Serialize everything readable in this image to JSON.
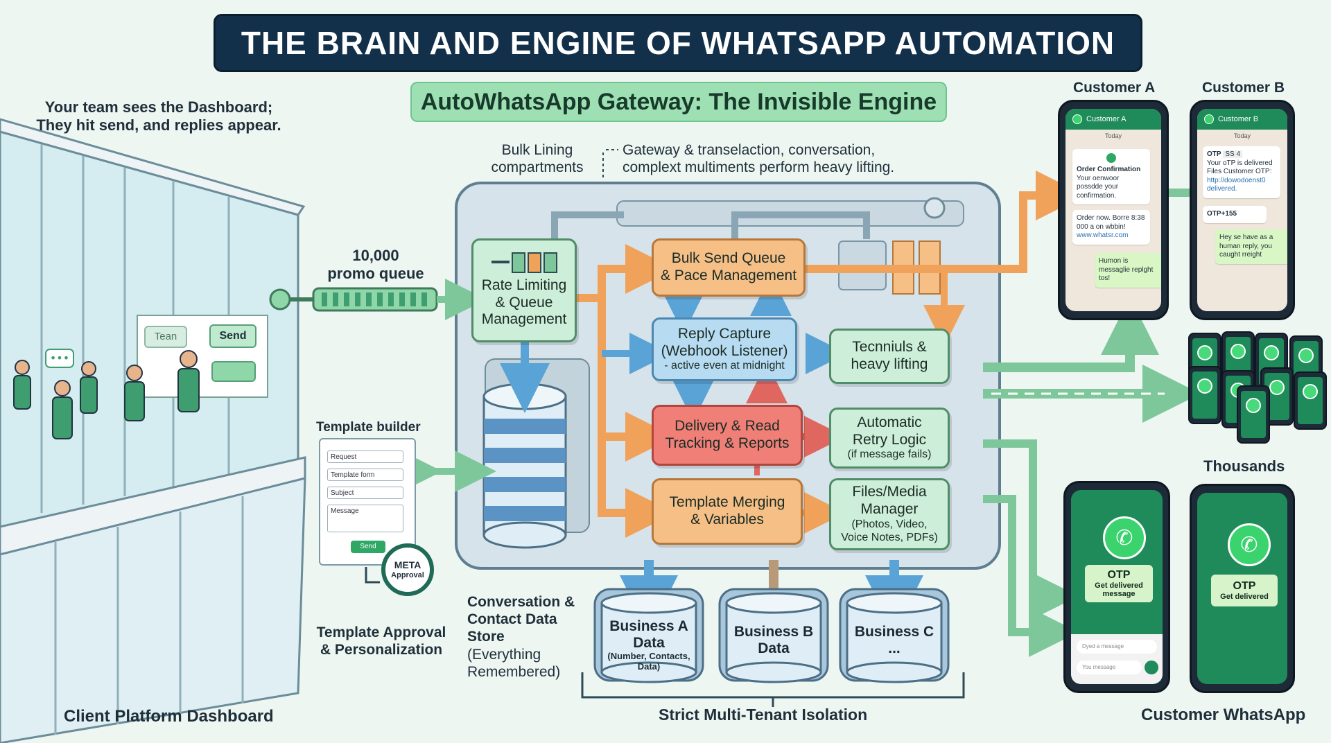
{
  "header": {
    "title": "THE BRAIN AND ENGINE OF WHATSAPP AUTOMATION",
    "subtitle": "AutoWhatsApp Gateway: The Invisible Engine"
  },
  "dashboard": {
    "caption_line1": "Your team sees the Dashboard;",
    "caption_line2": "They hit send, and replies appear.",
    "team_label": "Tean",
    "send_label": "Send",
    "footer_label": "Client Platform Dashboard"
  },
  "queue": {
    "line1": "10,000",
    "line2": "promo queue"
  },
  "annotations": {
    "bulk_lining_line1": "Bulk Lining",
    "bulk_lining_line2": "compartments",
    "gateway_line1": "Gateway & transelaction, conversation,",
    "gateway_line2": "complext multiments perform heavy lifting."
  },
  "modules": {
    "rate_limiting": [
      "Rate Limiting",
      "& Queue",
      "Management"
    ],
    "bulk_send": [
      "Bulk Send Queue",
      "& Pace Management"
    ],
    "reply_capture": [
      "Reply Capture",
      "(Webhook Listener)",
      "- active even at midnight"
    ],
    "technical": [
      "Tecnniuls &",
      "heavy lifting"
    ],
    "delivery": [
      "Delivery & Read",
      "Tracking & Reports"
    ],
    "retry": [
      "Automatic",
      "Retry Logic",
      "(if message fails)"
    ],
    "template_merging": [
      "Template Merging",
      "& Variables"
    ],
    "files_media": [
      "Files/Media",
      "Manager",
      "(Photos, Video,",
      "Voice Notes, PDFs)"
    ]
  },
  "template": {
    "builder_label": "Template builder",
    "fields": [
      "Request",
      "Template form",
      "Subject",
      "Message"
    ],
    "send_label": "Send",
    "seal_line1": "META",
    "seal_line2": "Approval",
    "approval_line1": "Template Approval",
    "approval_line2": "& Personalization"
  },
  "conversation_store": [
    "Conversation &",
    "Contact Data",
    "Store"
  ],
  "conversation_store_note": [
    "(Everything",
    "Remembered)"
  ],
  "tenants": [
    {
      "title_line1": "Business A",
      "title_line2": "Data",
      "note": "(Number, Contacts, Data)"
    },
    {
      "title_line1": "Business B",
      "title_line2": "Data",
      "note": ""
    },
    {
      "title_line1": "Business C",
      "title_line2": "...",
      "note": ""
    }
  ],
  "isolation_label": "Strict Multi-Tenant Isolation",
  "customers": {
    "a": {
      "label": "Customer A",
      "bar": "Customer A",
      "day": "Today",
      "card_title": "Order Confirmation",
      "card_body": "Your oenwoor possdde your confirmation.",
      "order_text": "Order now. Borre 8:38 000 a on wbbin!",
      "link": "www.whatsr.com",
      "reply": "Humon is messaglie replght tos!"
    },
    "b": {
      "label": "Customer B",
      "bar": "Customer B",
      "day": "Today",
      "otp_head": "OTP",
      "otp_code": "SS 4",
      "otp_body": "Your oTP is delivered Files Customer OTP:",
      "otp_link": "http://dowodoenst0 delivered.",
      "otp2": "OTP+155",
      "reply": "Hey se have as a human reply, you caught rreight"
    },
    "thousands_label": "Thousands",
    "otp_phone_1": {
      "title": "OTP",
      "body_line1": "Get delivered",
      "body_line2": "message",
      "input1": "Dyed a message",
      "input2": "You message"
    },
    "otp_phone_2": {
      "title": "OTP",
      "body_line1": "Get delivered"
    },
    "footer_label": "Customer WhatsApp"
  },
  "colors": {
    "navy": "#13304a",
    "green_module": "#cdeed8",
    "orange_module": "#f5bf86",
    "blue_module": "#b7dcf2",
    "red_module": "#ef7f77",
    "arrow_orange": "#f0a25a",
    "arrow_green": "#7dc79a",
    "whatsapp_green": "#1f8a5a"
  }
}
